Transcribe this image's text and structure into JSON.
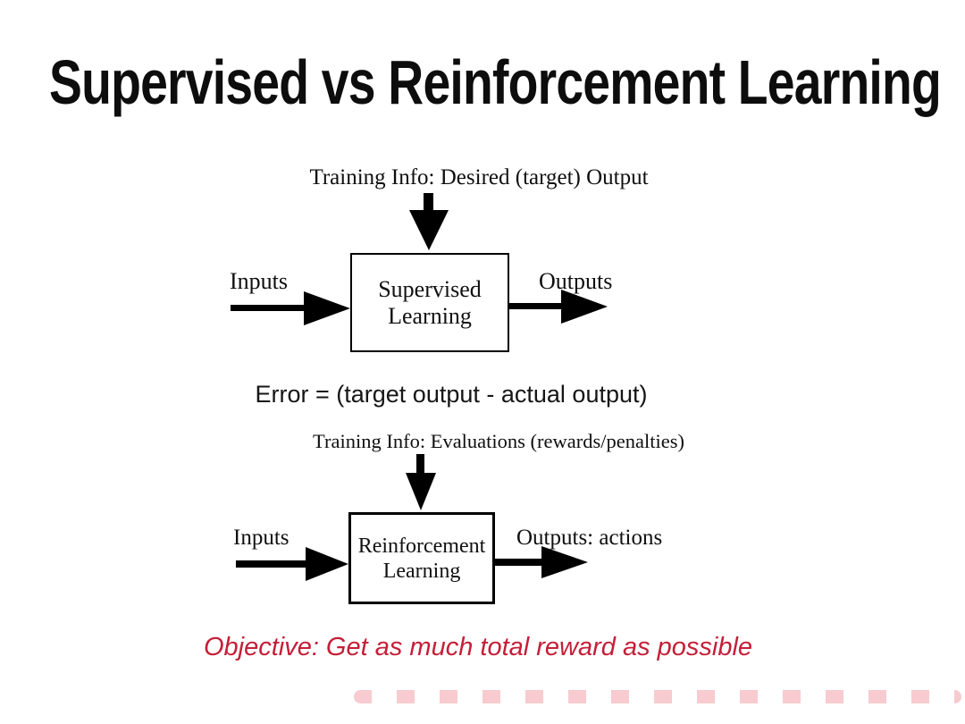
{
  "slide": {
    "title": "Supervised vs Reinforcement Learning",
    "supervised": {
      "training_info": "Training Info: Desired (target) Output",
      "box_line1": "Supervised",
      "box_line2": "Learning",
      "input_label": "Inputs",
      "output_label": "Outputs"
    },
    "error_formula": "Error = (target output - actual output)",
    "reinforcement": {
      "training_info": "Training Info: Evaluations (rewards/penalties)",
      "box_line1": "Reinforcement",
      "box_line2": "Learning",
      "input_label": "Inputs",
      "output_label": "Outputs: actions"
    },
    "objective": "Objective:  Get as much total reward as possible",
    "colors": {
      "objective_red": "#c41f38",
      "diagram_black": "#000000",
      "background": "#ffffff",
      "artifact_pink": "#f0a0a8"
    }
  }
}
